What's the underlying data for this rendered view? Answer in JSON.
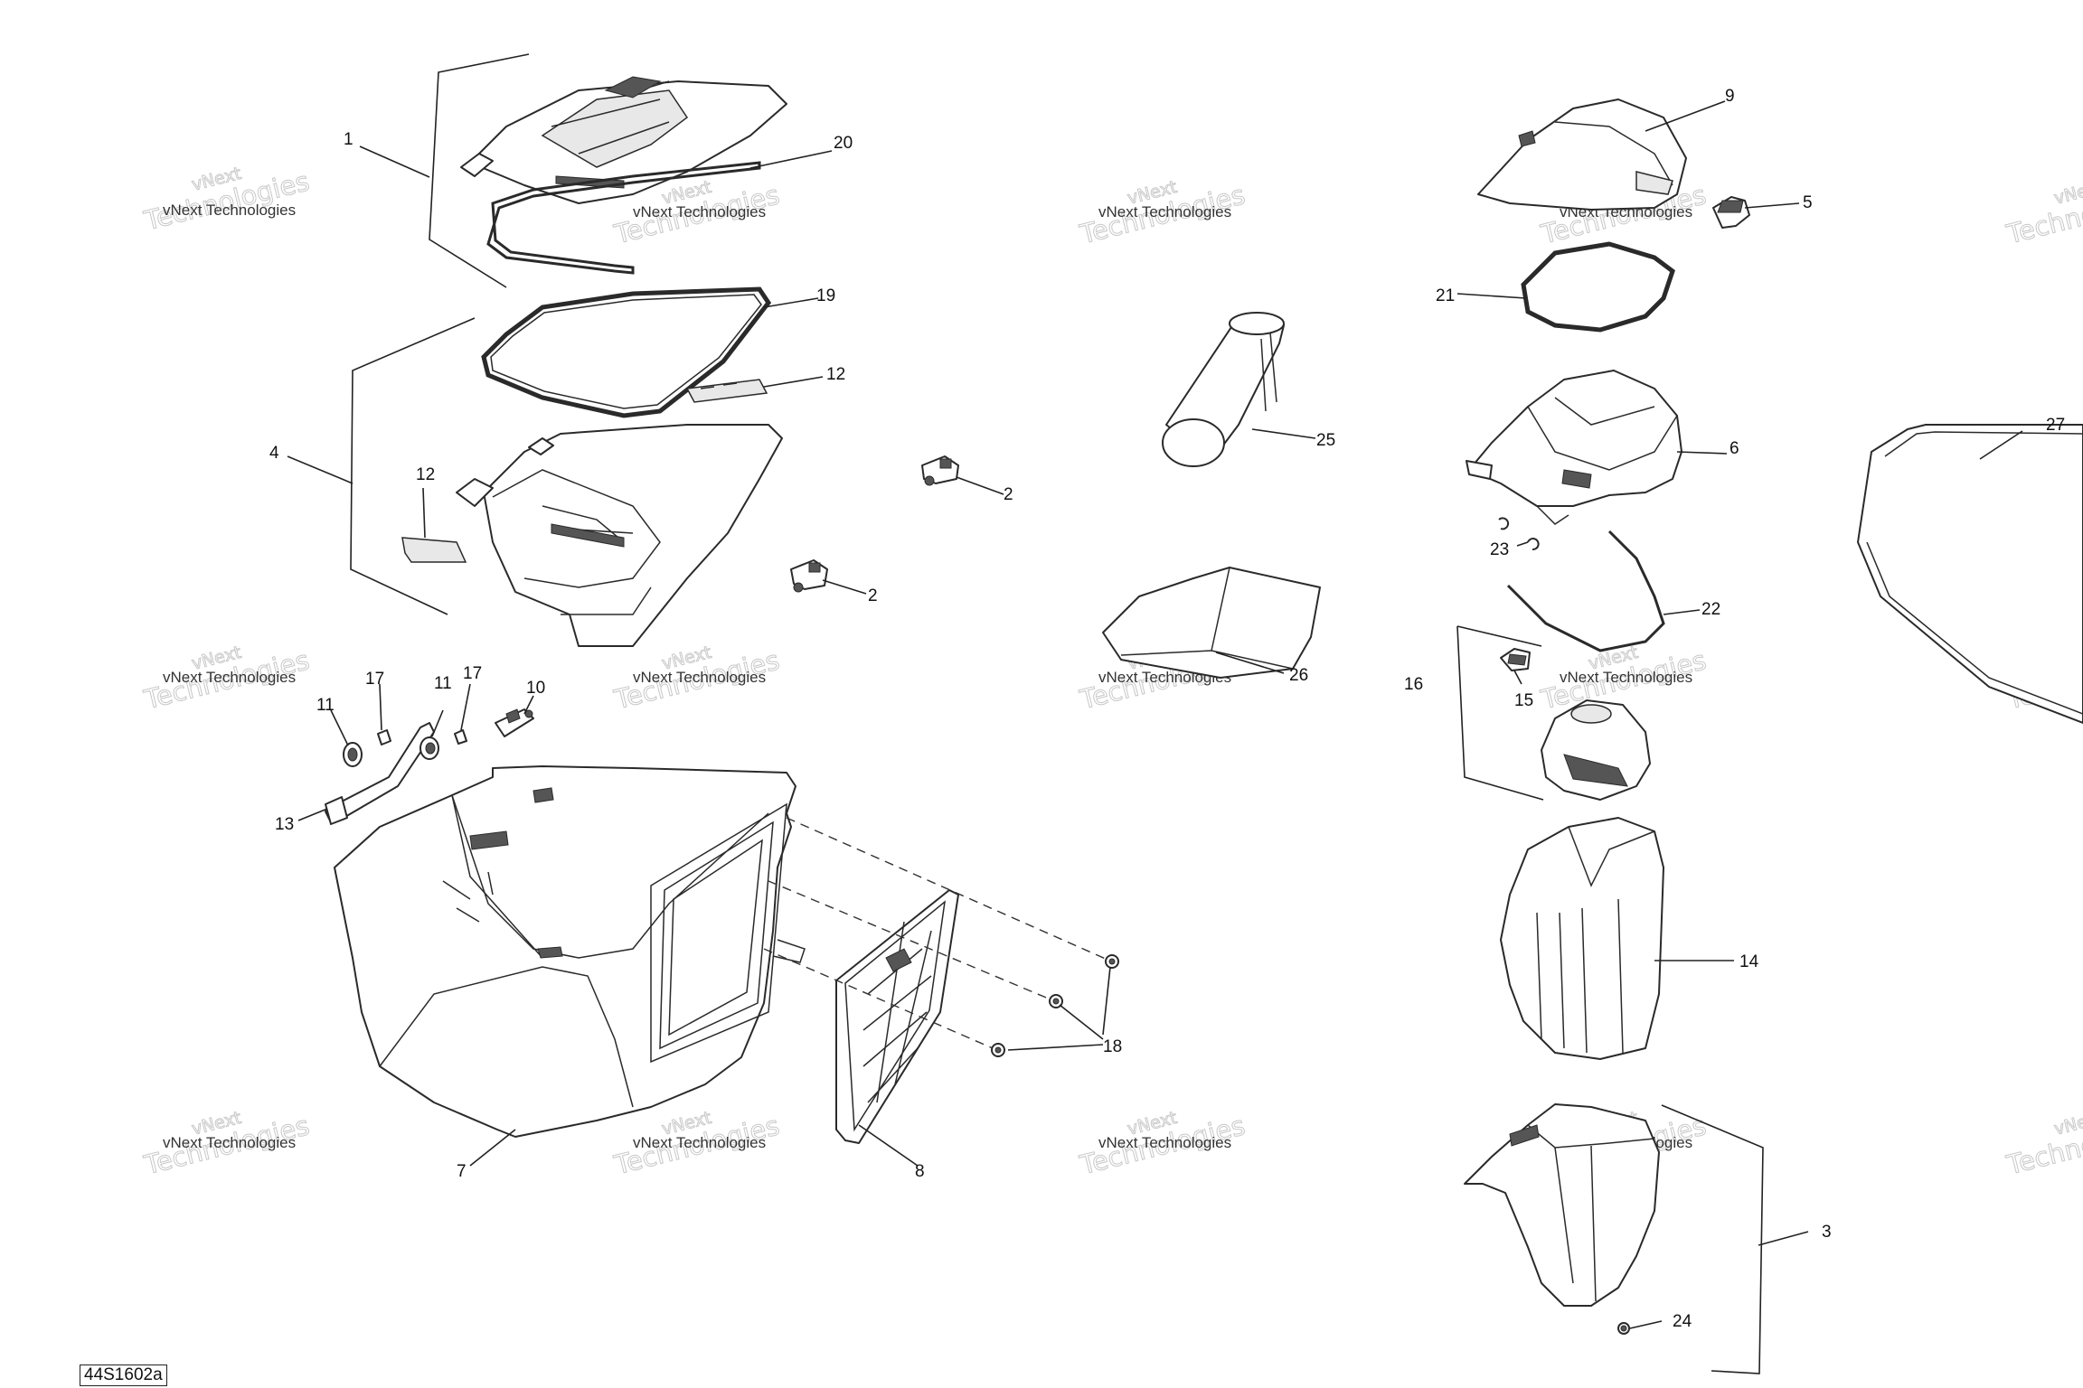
{
  "figure_code": "44S1602a",
  "watermark": {
    "line1": "vNext Technologies",
    "line2": "Technologies",
    "line3": "vNext"
  },
  "callouts": {
    "c1": "1",
    "c2a": "2",
    "c2b": "2",
    "c3": "3",
    "c4": "4",
    "c5": "5",
    "c6": "6",
    "c7": "7",
    "c8": "8",
    "c9": "9",
    "c10": "10",
    "c11a": "11",
    "c11b": "11",
    "c12a": "12",
    "c12b": "12",
    "c13": "13",
    "c14": "14",
    "c15": "15",
    "c16": "16",
    "c17a": "17",
    "c17b": "17",
    "c18": "18",
    "c19": "19",
    "c20": "20",
    "c21": "21",
    "c22": "22",
    "c23": "23",
    "c24": "24",
    "c25": "25",
    "c26": "26",
    "c27": "27"
  }
}
